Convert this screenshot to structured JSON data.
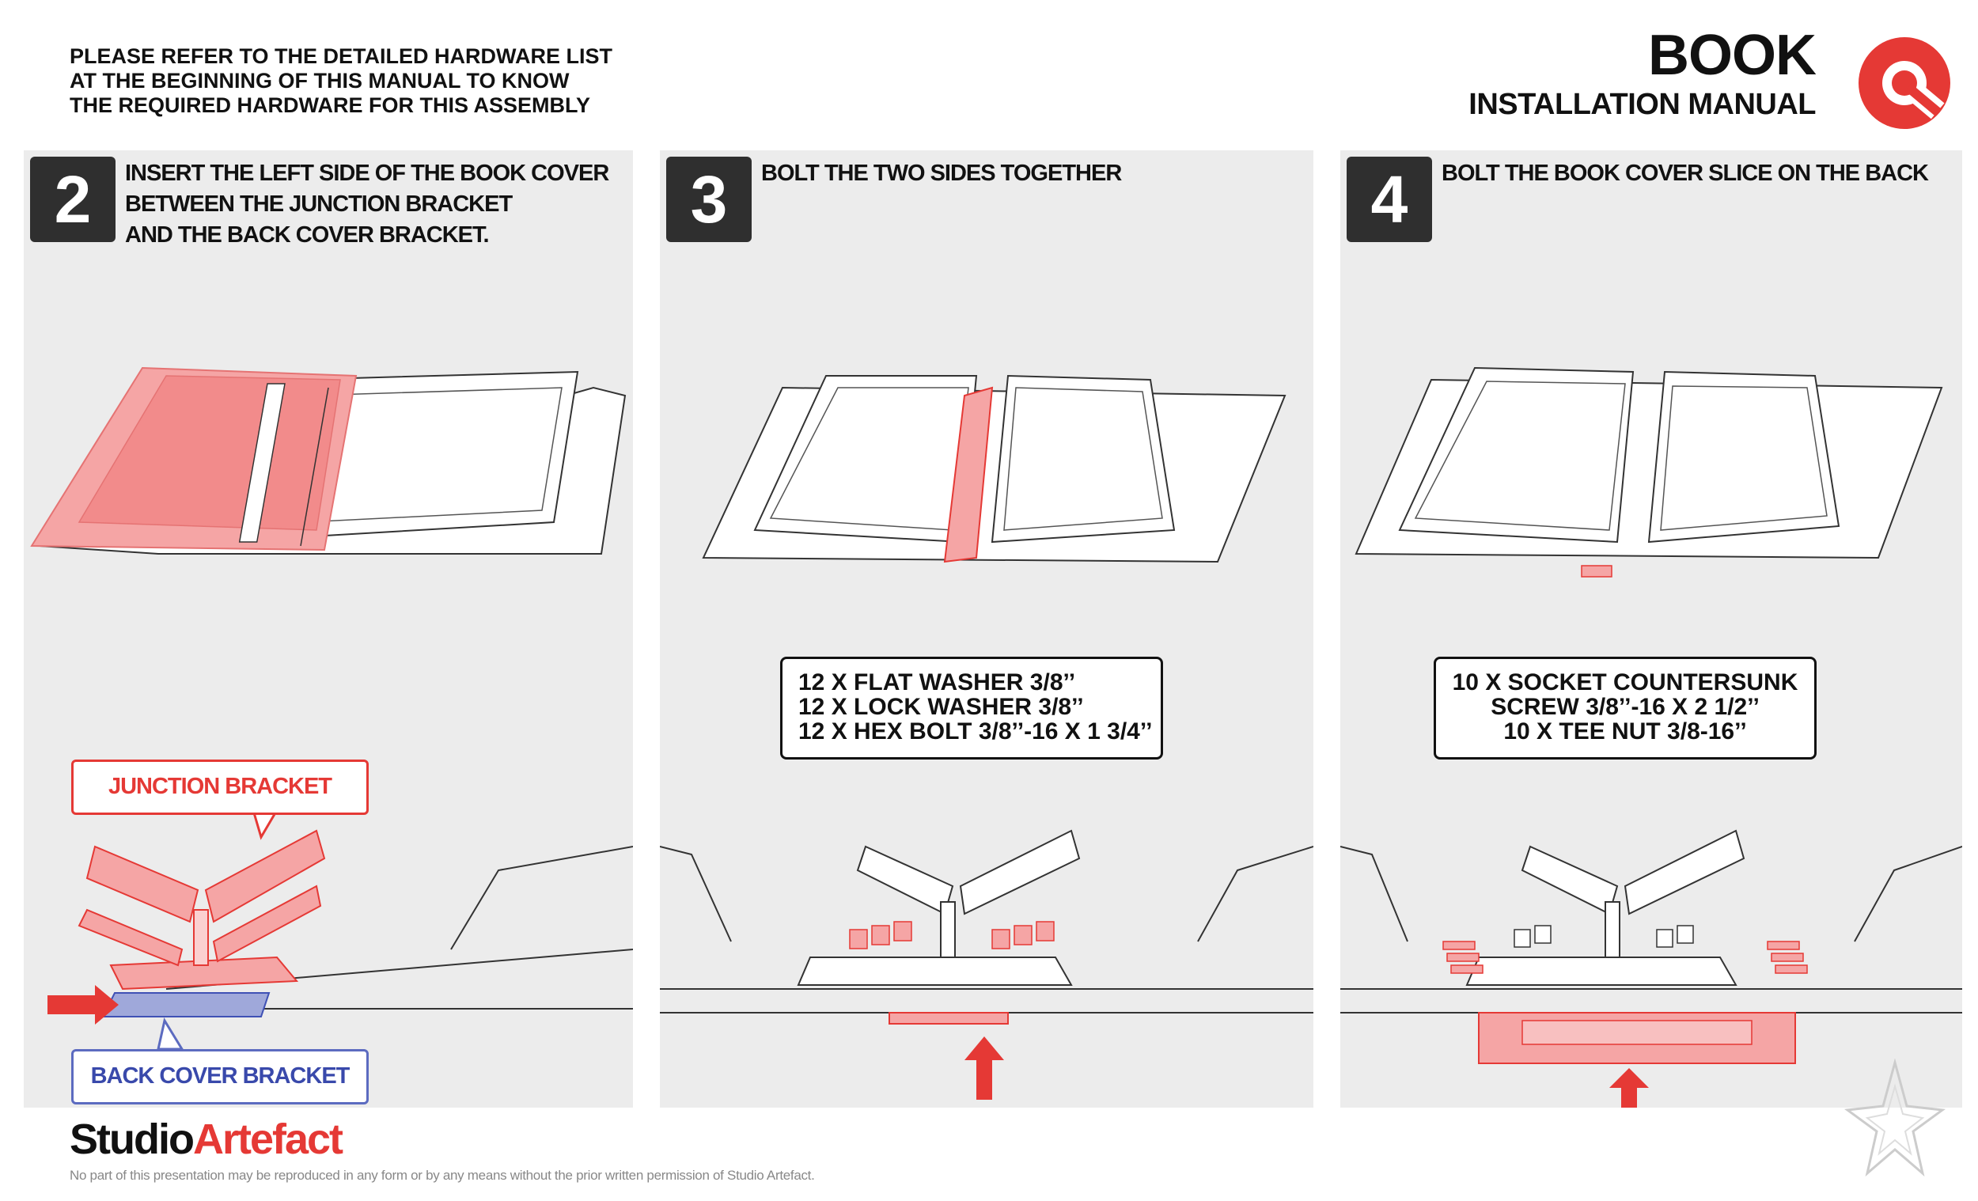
{
  "header": {
    "note_lines": [
      "PLEASE REFER TO THE DETAILED HARDWARE LIST",
      "AT THE BEGINNING OF THIS MANUAL TO KNOW",
      "THE REQUIRED HARDWARE FOR THIS ASSEMBLY"
    ],
    "title": "BOOK",
    "subtitle": "INSTALLATION MANUAL",
    "logo_icon": "wrench-logo-icon"
  },
  "steps": [
    {
      "number": "2",
      "text_lines": [
        "INSERT THE LEFT SIDE OF THE BOOK COVER",
        "BETWEEN THE JUNCTION BRACKET",
        "AND THE BACK COVER BRACKET."
      ],
      "callouts": [
        "JUNCTION BRACKET",
        "BACK COVER BRACKET"
      ]
    },
    {
      "number": "3",
      "text_lines": [
        "BOLT THE TWO SIDES TOGETHER"
      ],
      "hardware": [
        "12 X FLAT WASHER 3/8’’",
        "12 X LOCK WASHER 3/8’’",
        "12 X HEX BOLT 3/8’’-16 X 1 3/4’’"
      ]
    },
    {
      "number": "4",
      "text_lines": [
        "BOLT THE BOOK COVER SLICE ON THE BACK"
      ],
      "hardware": [
        "10 X SOCKET COUNTERSUNK",
        "SCREW 3/8’’-16 X 2 1/2’’",
        "10 X TEE NUT 3/8-16’’"
      ]
    }
  ],
  "footer": {
    "brand_part1": "Studio",
    "brand_part2": "Artefact",
    "legal": "No part of this presentation may be reproduced in any form or by any means without the prior written permission of Studio Artefact."
  },
  "colors": {
    "accent_red": "#e53935",
    "highlight_red": "#f5a5a5",
    "highlight_blue": "#9fa8da",
    "panel_bg": "#ececec",
    "step_badge": "#2f2f2f"
  }
}
